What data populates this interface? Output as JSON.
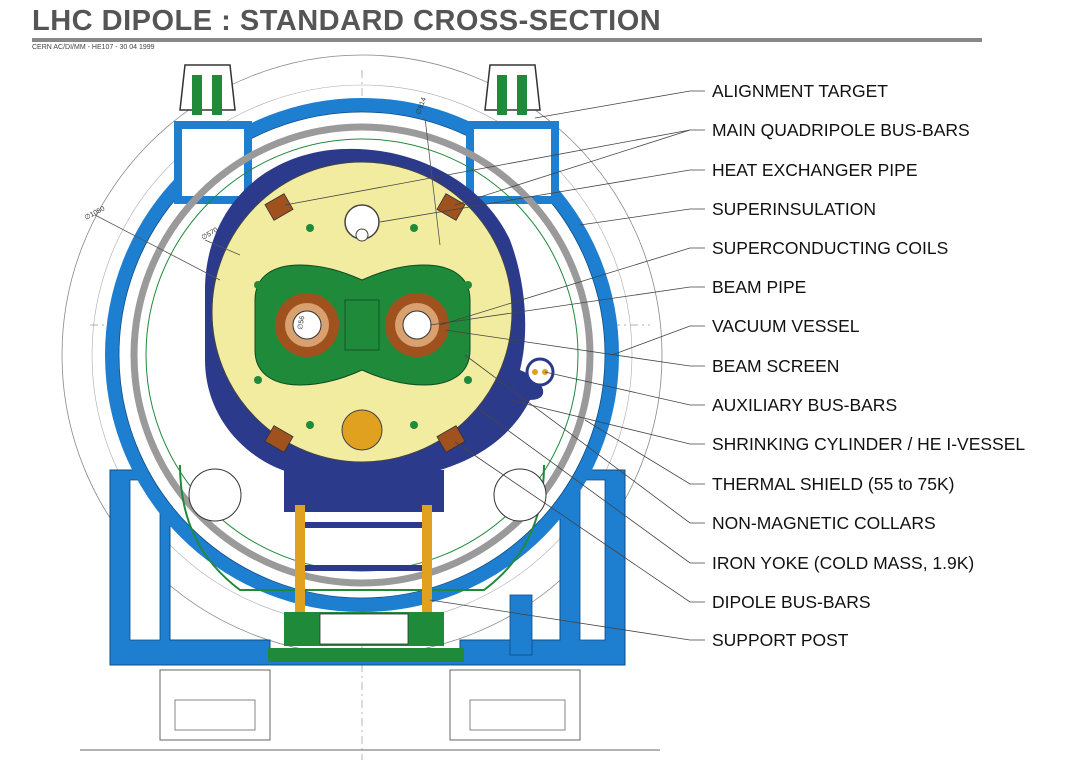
{
  "header": {
    "title": "LHC DIPOLE :  STANDARD CROSS-SECTION",
    "subtitle": "CERN AC/DI/MM - HE107 - 30 04 1999"
  },
  "dimensions": [
    "∅1050",
    "∅914",
    "∅570",
    "∅56"
  ],
  "labels": [
    "ALIGNMENT TARGET",
    "MAIN QUADRIPOLE BUS-BARS",
    "HEAT EXCHANGER PIPE",
    "SUPERINSULATION",
    "SUPERCONDUCTING COILS",
    "BEAM PIPE",
    "VACUUM VESSEL",
    "BEAM SCREEN",
    "AUXILIARY BUS-BARS",
    "SHRINKING CYLINDER / HE I-VESSEL",
    "THERMAL SHIELD (55 to 75K)",
    "NON-MAGNETIC COLLARS",
    "IRON YOKE (COLD MASS, 1.9K)",
    "DIPOLE BUS-BARS",
    "SUPPORT POST"
  ],
  "colors": {
    "vessel_blue": "#1e7fd0",
    "yoke_yellow": "#f2eca0",
    "collar_green": "#1f8a3a",
    "coil_copper": "#a0521e",
    "post_orange": "#e0a020",
    "shield_gray": "#9a9a9a",
    "cylinder_navy": "#2c3a8c"
  }
}
